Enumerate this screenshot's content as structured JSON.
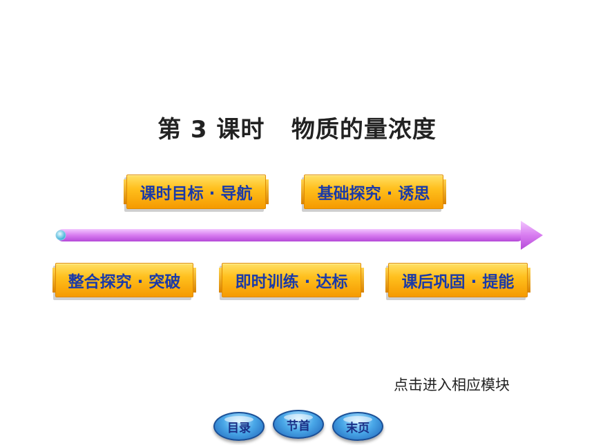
{
  "title": "第 3 课时   物质的量浓度",
  "modules": [
    {
      "label": "课时目标 · 导航"
    },
    {
      "label": "基础探究 · 诱思"
    },
    {
      "label": "整合探究 · 突破"
    },
    {
      "label": "即时训练 · 达标"
    },
    {
      "label": "课后巩固 · 提能"
    }
  ],
  "hint": "点击进入相应模块",
  "nav": {
    "contents": "目录",
    "section_home": "节首",
    "last_page": "末页"
  },
  "colors": {
    "arrow": "#d87cf0",
    "button_gold": "#ffc01e",
    "button_text": "#1a3aa8",
    "nav_blue": "#4aa8e8"
  }
}
